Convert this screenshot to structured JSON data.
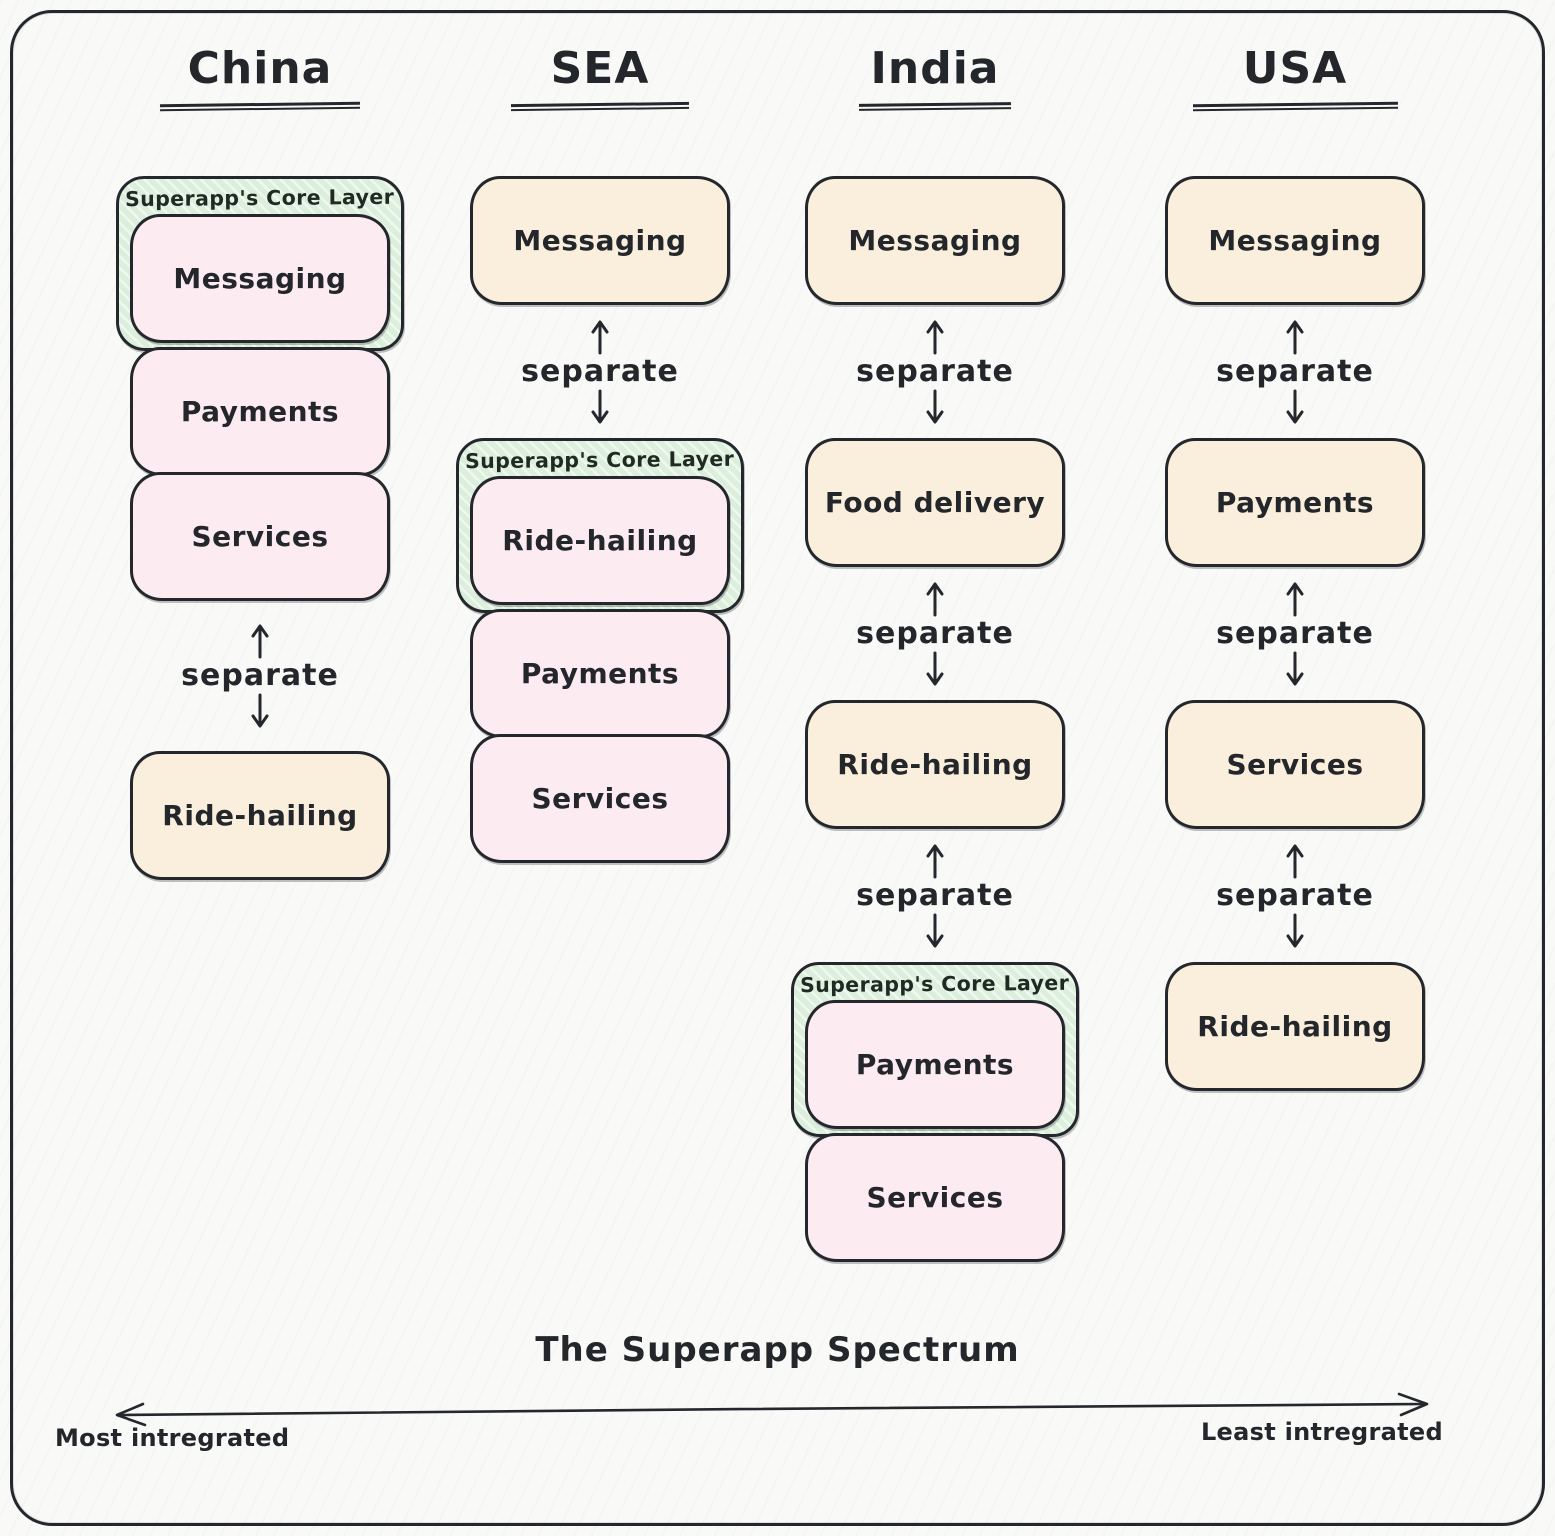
{
  "colors": {
    "background": "#f9f9f8",
    "stroke": "#24282c",
    "tan_fill": "#faeedc",
    "pink_fill": "#fcebf1",
    "green_fill": "#dcefdc",
    "text": "#23262a",
    "core_label": "#1f2a22"
  },
  "icons": {
    "separator_up": "arrow-up",
    "separator_down": "arrow-down",
    "axis": "double-headed-arrow"
  },
  "columns": [
    {
      "header": "China",
      "items": [
        {
          "type": "core",
          "label": "Superapp's Core Layer",
          "box_label": "Messaging"
        },
        {
          "type": "box-pink",
          "label": "Payments"
        },
        {
          "type": "box-pink",
          "label": "Services"
        },
        {
          "type": "separator",
          "label": "separate"
        },
        {
          "type": "box-tan",
          "label": "Ride-hailing"
        }
      ]
    },
    {
      "header": "SEA",
      "items": [
        {
          "type": "box-tan",
          "label": "Messaging"
        },
        {
          "type": "separator",
          "label": "separate"
        },
        {
          "type": "core",
          "label": "Superapp's Core Layer",
          "box_label": "Ride-hailing"
        },
        {
          "type": "box-pink",
          "label": "Payments"
        },
        {
          "type": "box-pink",
          "label": "Services"
        }
      ]
    },
    {
      "header": "India",
      "items": [
        {
          "type": "box-tan",
          "label": "Messaging"
        },
        {
          "type": "separator",
          "label": "separate"
        },
        {
          "type": "box-tan",
          "label": "Food delivery"
        },
        {
          "type": "separator",
          "label": "separate"
        },
        {
          "type": "box-tan",
          "label": "Ride-hailing"
        },
        {
          "type": "separator",
          "label": "separate"
        },
        {
          "type": "core",
          "label": "Superapp's Core Layer",
          "box_label": "Payments"
        },
        {
          "type": "box-pink",
          "label": "Services"
        }
      ]
    },
    {
      "header": "USA",
      "items": [
        {
          "type": "box-tan",
          "label": "Messaging"
        },
        {
          "type": "separator",
          "label": "separate"
        },
        {
          "type": "box-tan",
          "label": "Payments"
        },
        {
          "type": "separator",
          "label": "separate"
        },
        {
          "type": "box-tan",
          "label": "Services"
        },
        {
          "type": "separator",
          "label": "separate"
        },
        {
          "type": "box-tan",
          "label": "Ride-hailing"
        }
      ]
    }
  ],
  "footer": {
    "title": "The Superapp Spectrum",
    "axis_left": "Most intregrated",
    "axis_right": "Least intregrated"
  }
}
